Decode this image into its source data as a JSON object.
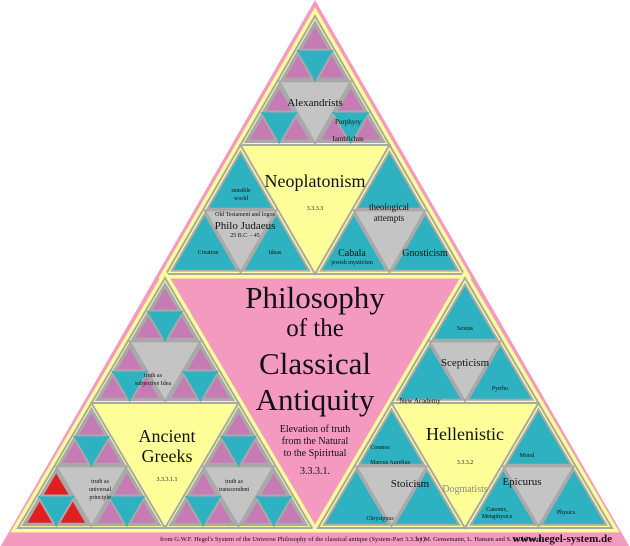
{
  "colors": {
    "pink": "#f49ac1",
    "yellow": "#ffff99",
    "teal": "#2eb1c1",
    "grey": "#c4c4c4",
    "magenta": "#c77bb5",
    "red": "#e02020",
    "border": "#a9a9a9"
  },
  "center": {
    "title_lines": [
      "Philosophy",
      "of the",
      "Classical",
      "Antiquity"
    ],
    "subtitle_lines": [
      "Elevation of truth",
      "from the Natural",
      "to the Spirirtual"
    ],
    "number": "3.3.3.1."
  },
  "neoplatonism": {
    "title": "Neoplatonism",
    "number": "3.3.3.3",
    "sensible_world": [
      "sensible",
      "world"
    ],
    "philo": {
      "title": "Philo Judaeus",
      "caption": "Old Testament and logos",
      "dates": "25 B.C. - 45"
    },
    "creation": "Creation",
    "ideas": "Ideas",
    "theological": [
      "theological",
      "attempts"
    ],
    "cabala": {
      "title": "Cabala",
      "caption": "jewish mysticism"
    },
    "gnosticism": {
      "title": "Gnosticism"
    },
    "alexandrists": {
      "title": "Alexandrists",
      "porphyry": "Porphyry",
      "iamblichus": "Iamblichus"
    }
  },
  "greeks": {
    "title_lines": [
      "Ancient",
      "Greeks"
    ],
    "number": "3.3.3.1.1",
    "universal": [
      "truth as",
      "universal",
      "principle"
    ],
    "subjective": [
      "truth as",
      "subjective Idea"
    ],
    "transcendent": [
      "truth as",
      "transcendent"
    ]
  },
  "hellenistic": {
    "title": "Hellenistic",
    "number": "3.3.3.2",
    "dogmatists": "Dogmatists",
    "scepticism": {
      "title": "Scepticism",
      "new_academy": "New Academy",
      "sextus": "Sextus",
      "pyrrho": "Pyrrho"
    },
    "stoicism": {
      "title": "Stoicism",
      "marcus": "Marcus Aurelius",
      "chrysippus": "Chrysippus",
      "cosmos": "Cosmos"
    },
    "epicurus": {
      "title": "Epicurus",
      "moral": "Moral",
      "canonic": "Canonic,",
      "metaphysics": "Metaphysics",
      "physics": "Physics"
    }
  },
  "footer": {
    "source": "from G.W.F. Hegel's System of the Universe    Philosophy of the classical antique (System-Part 3.3.3.1)",
    "authors": "by M. Gensemann, L. Hansen and S. Stuhlmann",
    "url": "www.hegel-system.de"
  }
}
